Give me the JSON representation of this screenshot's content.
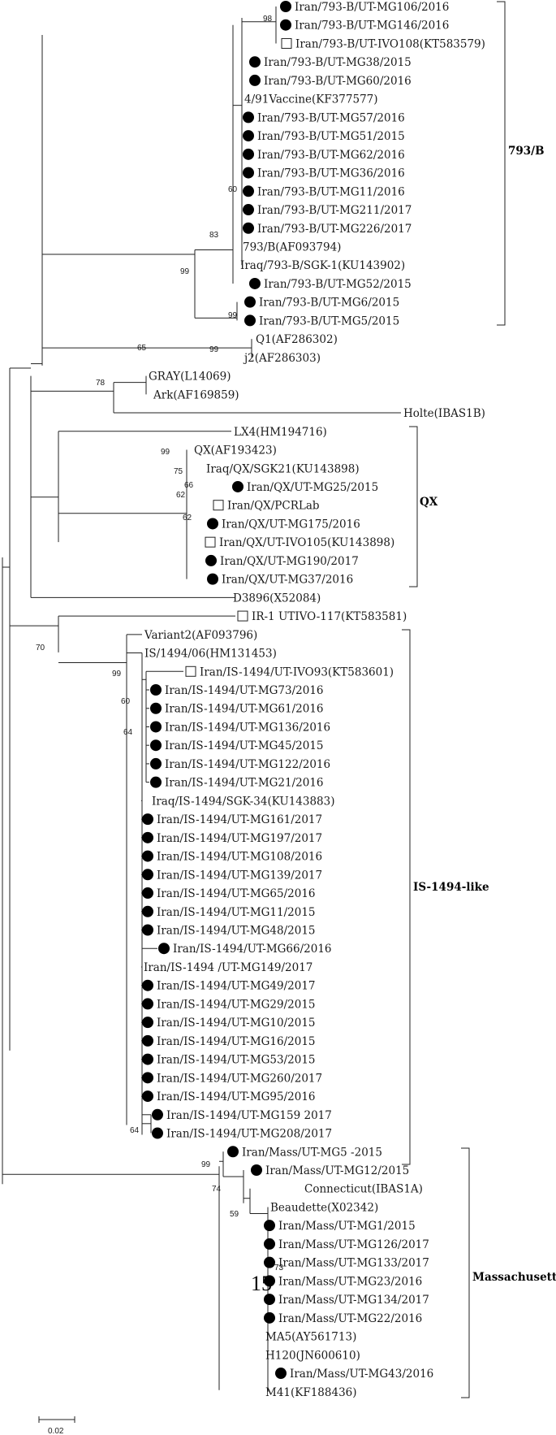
{
  "tree": {
    "labels": [
      {
        "text": "Iran/793-B/UT-MG106/2016",
        "marker": "filled-circle"
      },
      {
        "text": "Iran/793-B/UT-MG146/2016",
        "marker": "filled-circle"
      },
      {
        "text": "Iran/793-B/UT-IVO108(KT583579)",
        "marker": "open-square"
      },
      {
        "text": "Iran/793-B/UT-MG38/2015",
        "marker": "filled-circle"
      },
      {
        "text": "Iran/793-B/UT-MG60/2016",
        "marker": "filled-circle"
      },
      {
        "text": "4/91Vaccine(KF377577)",
        "marker": "none"
      },
      {
        "text": "Iran/793-B/UT-MG57/2016",
        "marker": "filled-circle"
      },
      {
        "text": "Iran/793-B/UT-MG51/2015",
        "marker": "filled-circle"
      },
      {
        "text": "Iran/793-B/UT-MG62/2016",
        "marker": "filled-circle"
      },
      {
        "text": "Iran/793-B/UT-MG36/2016",
        "marker": "filled-circle"
      },
      {
        "text": "Iran/793-B/UT-MG11/2016",
        "marker": "filled-circle"
      },
      {
        "text": "Iran/793-B/UT-MG211/2017",
        "marker": "filled-circle"
      },
      {
        "text": "Iran/793-B/UT-MG226/2017",
        "marker": "filled-circle"
      },
      {
        "text": "793/B(AF093794)",
        "marker": "none"
      },
      {
        "text": "Iraq/793-B/SGK-1(KU143902)",
        "marker": "none"
      },
      {
        "text": "Iran/793-B/UT-MG52/2015",
        "marker": "filled-circle"
      },
      {
        "text": "Iran/793-B/UT-MG6/2015",
        "marker": "filled-circle"
      },
      {
        "text": "Iran/793-B/UT-MG5/2015",
        "marker": "filled-circle"
      },
      {
        "text": "Q1(AF286302)",
        "marker": "none"
      },
      {
        "text": "j2(AF286303)",
        "marker": "none"
      },
      {
        "text": "GRAY(L14069)",
        "marker": "none"
      },
      {
        "text": "Ark(AF169859)",
        "marker": "none"
      },
      {
        "text": "Holte(IBAS1B)",
        "marker": "none"
      },
      {
        "text": "LX4(HM194716)",
        "marker": "none"
      },
      {
        "text": "QX(AF193423)",
        "marker": "none"
      },
      {
        "text": "Iraq/QX/SGK21(KU143898)",
        "marker": "none"
      },
      {
        "text": "Iran/QX/UT-MG25/2015",
        "marker": "filled-circle"
      },
      {
        "text": "Iran/QX/PCRLab",
        "marker": "open-square"
      },
      {
        "text": "Iran/QX/UT-MG175/2016",
        "marker": "filled-circle"
      },
      {
        "text": "Iran/QX/UT-IVO105(KU143898)",
        "marker": "open-square"
      },
      {
        "text": "Iran/QX/UT-MG190/2017",
        "marker": "filled-circle"
      },
      {
        "text": "Iran/QX/UT-MG37/2016",
        "marker": "filled-circle"
      },
      {
        "text": "D3896(X52084)",
        "marker": "none"
      },
      {
        "text": "IR-1 UTIVO-117(KT583581)",
        "marker": "open-square"
      },
      {
        "text": "Variant2(AF093796)",
        "marker": "none"
      },
      {
        "text": "IS/1494/06(HM131453)",
        "marker": "none"
      },
      {
        "text": "Iran/IS-1494/UT-IVO93(KT583601)",
        "marker": "open-square"
      },
      {
        "text": "Iran/IS-1494/UT-MG73/2016",
        "marker": "filled-circle"
      },
      {
        "text": "Iran/IS-1494/UT-MG61/2016",
        "marker": "filled-circle"
      },
      {
        "text": "Iran/IS-1494/UT-MG136/2016",
        "marker": "filled-circle"
      },
      {
        "text": "Iran/IS-1494/UT-MG45/2015",
        "marker": "filled-circle"
      },
      {
        "text": "Iran/IS-1494/UT-MG122/2016",
        "marker": "filled-circle"
      },
      {
        "text": "Iran/IS-1494/UT-MG21/2016",
        "marker": "filled-circle"
      },
      {
        "text": "Iraq/IS-1494/SGK-34(KU143883)",
        "marker": "none"
      },
      {
        "text": "Iran/IS-1494/UT-MG161/2017",
        "marker": "filled-circle"
      },
      {
        "text": "Iran/IS-1494/UT-MG197/2017",
        "marker": "filled-circle"
      },
      {
        "text": "Iran/IS-1494/UT-MG108/2016",
        "marker": "filled-circle"
      },
      {
        "text": "Iran/IS-1494/UT-MG139/2017",
        "marker": "filled-circle"
      },
      {
        "text": "Iran/IS-1494/UT-MG65/2016",
        "marker": "filled-circle"
      },
      {
        "text": "Iran/IS-1494/UT-MG11/2015",
        "marker": "filled-circle"
      },
      {
        "text": "Iran/IS-1494/UT-MG48/2015",
        "marker": "filled-circle"
      },
      {
        "text": "Iran/IS-1494/UT-MG66/2016",
        "marker": "filled-circle"
      },
      {
        "text": "Iran/IS-1494 /UT-MG149/2017",
        "marker": "none"
      },
      {
        "text": "Iran/IS-1494/UT-MG49/2017",
        "marker": "filled-circle"
      },
      {
        "text": "Iran/IS-1494/UT-MG29/2015",
        "marker": "filled-circle"
      },
      {
        "text": "Iran/IS-1494/UT-MG10/2015",
        "marker": "filled-circle"
      },
      {
        "text": "Iran/IS-1494/UT-MG16/2015",
        "marker": "filled-circle"
      },
      {
        "text": "Iran/IS-1494/UT-MG53/2015",
        "marker": "filled-circle"
      },
      {
        "text": "Iran/IS-1494/UT-MG260/2017",
        "marker": "filled-circle"
      },
      {
        "text": "Iran/IS-1494/UT-MG95/2016",
        "marker": "filled-circle"
      },
      {
        "text": "Iran/IS-1494/UT-MG159 2017",
        "marker": "filled-circle"
      },
      {
        "text": "Iran/IS-1494/UT-MG208/2017",
        "marker": "filled-circle"
      },
      {
        "text": "Iran/Mass/UT-MG5 -2015",
        "marker": "filled-circle"
      },
      {
        "text": "Iran/Mass/UT-MG12/2015",
        "marker": "filled-circle"
      },
      {
        "text": "Connecticut(IBAS1A)",
        "marker": "none"
      },
      {
        "text": "Beaudette(X02342)",
        "marker": "none"
      },
      {
        "text": "Iran/Mass/UT-MG1/2015",
        "marker": "filled-circle"
      },
      {
        "text": "Iran/Mass/UT-MG126/2017",
        "marker": "filled-circle"
      },
      {
        "text": "Iran/Mass/UT-MG133/2017",
        "marker": "filled-circle"
      },
      {
        "text": "Iran/Mass/UT-MG23/2016",
        "marker": "filled-circle"
      },
      {
        "text": "Iran/Mass/UT-MG134/2017",
        "marker": "filled-circle"
      },
      {
        "text": "Iran/Mass/UT-MG22/2016",
        "marker": "filled-circle"
      },
      {
        "text": "MA5(AY561713)",
        "marker": "none"
      },
      {
        "text": "H120(JN600610)",
        "marker": "none"
      },
      {
        "text": "Iran/Mass/UT-MG43/2016",
        "marker": "filled-circle"
      },
      {
        "text": "M41(KF188436)",
        "marker": "none"
      }
    ],
    "bootstrap": [
      "98",
      "60",
      "83",
      "99",
      "99",
      "99",
      "65",
      "78",
      "99",
      "75",
      "66",
      "62",
      "62",
      "70",
      "99",
      "60",
      "64",
      "64",
      "99",
      "74",
      "59",
      "73"
    ],
    "groups": [
      "793/B",
      "QX",
      "IS-1494-like",
      "Massachusetts"
    ],
    "page_number": "15",
    "scale": "0.02"
  }
}
